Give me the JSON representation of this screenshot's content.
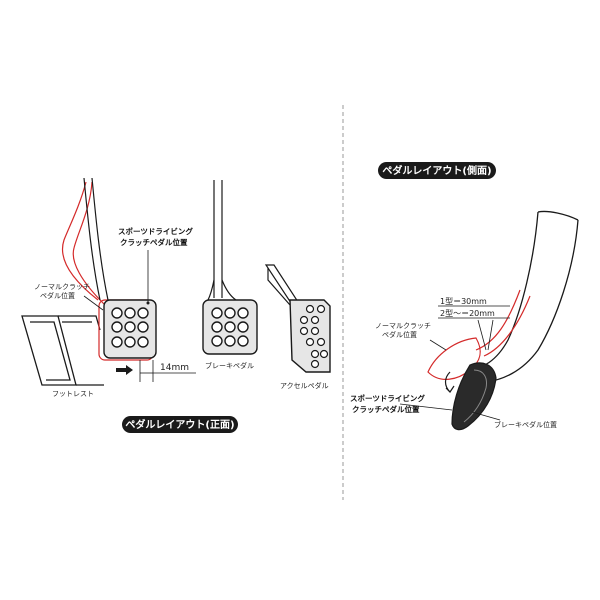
{
  "front": {
    "title": "ペダルレイアウト(正面)",
    "normal_clutch_label": [
      "ノーマルクラッチ",
      "ペダル位置"
    ],
    "sports_clutch_label": [
      "スポーツドライビング",
      "クラッチペダル位置"
    ],
    "dimension": "14mm",
    "footrest_label": "フットレスト",
    "brake_label": "ブレーキペダル",
    "accel_label": "アクセルペダル"
  },
  "side": {
    "title": "ペダルレイアウト(側面)",
    "type1": "1型＝30mm",
    "type2": "2型〜＝20mm",
    "normal_clutch_label": [
      "ノーマルクラッチ",
      "ペダル位置"
    ],
    "sports_clutch_label": [
      "スポーツドライビング",
      "クラッチペダル位置"
    ],
    "brake_label": "ブレーキペダル位置"
  },
  "colors": {
    "red": "#d42a2a",
    "ink": "#1a1a1a",
    "divider": "#999999"
  }
}
